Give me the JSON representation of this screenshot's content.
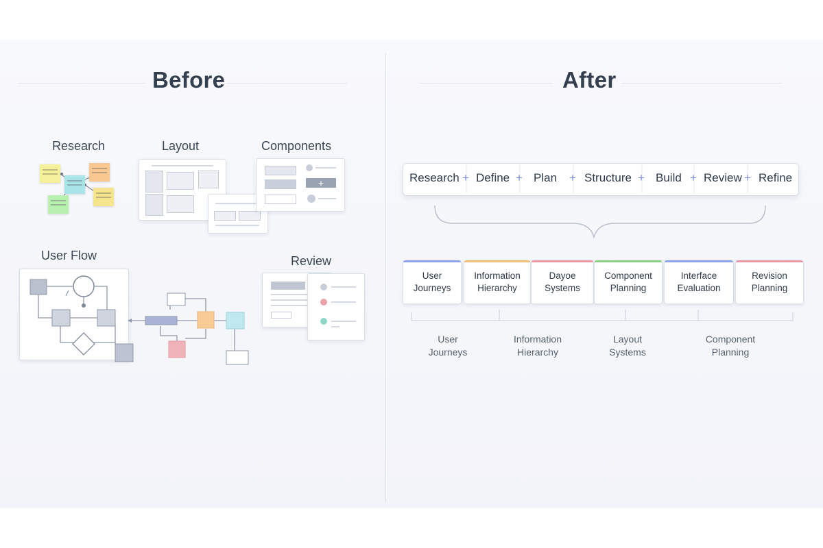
{
  "before": {
    "title": "Before",
    "research_label": "Research",
    "layout_label": "Layout",
    "components_label": "Components",
    "user_flow_label": "User Flow",
    "review_label": "Review",
    "note_colors": [
      "#f4f19a",
      "#f8c890",
      "#a9e4e8",
      "#b8f0b0",
      "#f6e58c"
    ]
  },
  "after": {
    "title": "After",
    "steps": [
      "Research",
      "Define",
      "Plan",
      "Structure",
      "Build",
      "Review",
      "Refine"
    ],
    "pipeline": [
      {
        "label": "User\nJourneys",
        "color": "#8fa3e8"
      },
      {
        "label": "Information\nHierarchy",
        "color": "#f1bf7a"
      },
      {
        "label": "Dayoe\nSystems",
        "color": "#e99aa6"
      },
      {
        "label": "Component\nPlanning",
        "color": "#8ccf86"
      },
      {
        "label": "Interface\nEvaluation",
        "color": "#8fa3e8"
      },
      {
        "label": "Revision\nPlanning",
        "color": "#e99aa6"
      }
    ],
    "sub_labels": [
      "User\nJourneys",
      "Information\nHierarchy",
      "Layout\nSystems",
      "Component\nPlanning"
    ]
  }
}
